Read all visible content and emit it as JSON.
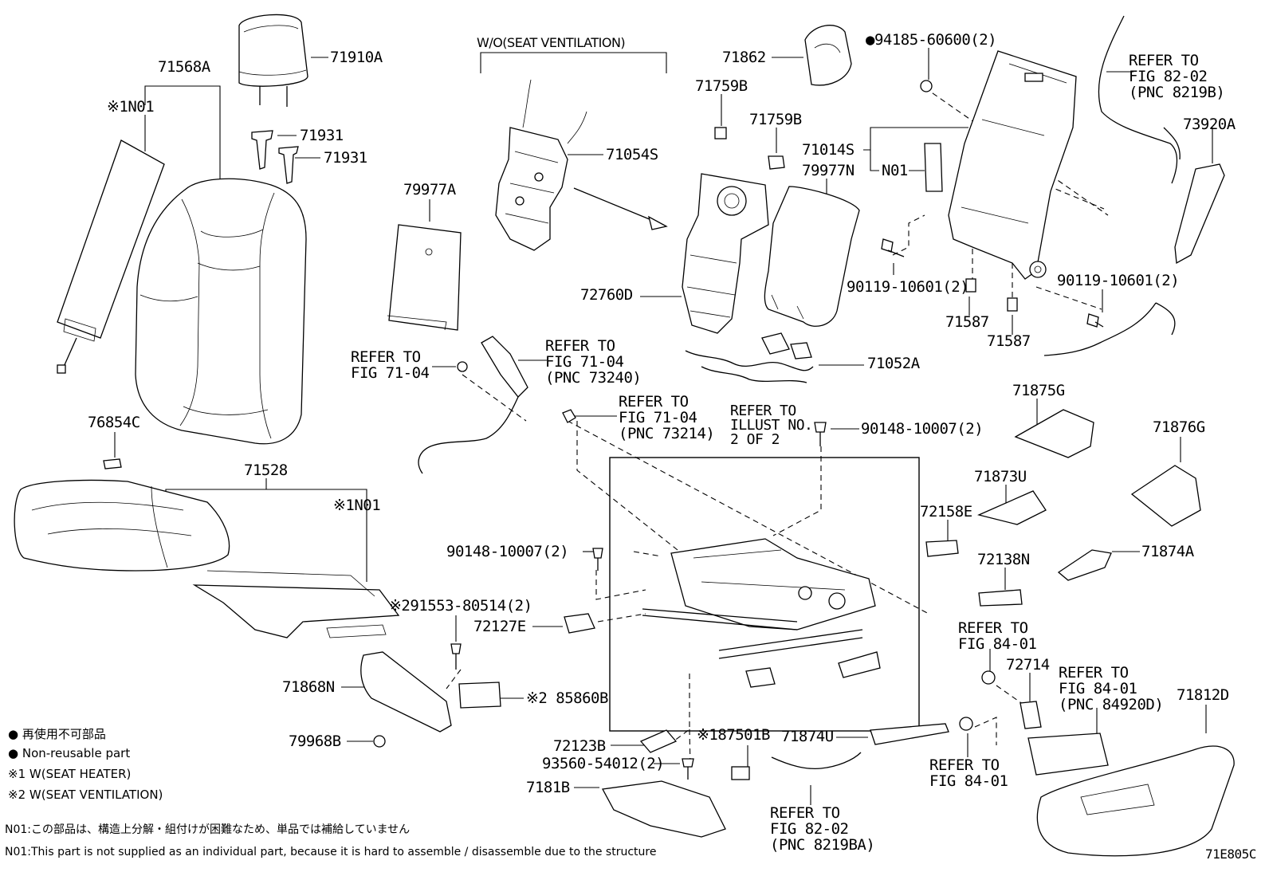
{
  "labels": {
    "p71568A": "71568A",
    "n01_a": "※1N01",
    "p71910A": "71910A",
    "p71931_a": "71931",
    "p71931_b": "71931",
    "wo_vent": "W/O(SEAT VENTILATION)",
    "p71054S": "71054S",
    "p79977A": "79977A",
    "p71862": "71862",
    "p71759B_a": "71759B",
    "p71759B_b": "71759B",
    "p94185": "●94185-60600(2)",
    "refer_82_02_top_1": "REFER TO",
    "refer_82_02_top_2": "FIG 82-02",
    "refer_82_02_top_3": "(PNC 8219B)",
    "p73920A": "73920A",
    "p71014S": "71014S",
    "n01_b": "N01",
    "p79977N": "79977N",
    "p72760D": "72760D",
    "p90119_a": "90119-10601(2)",
    "p90119_b": "90119-10601(2)",
    "p71587_a": "71587",
    "p71587_b": "71587",
    "p71052A": "71052A",
    "refer_71_04_a_1": "REFER TO",
    "refer_71_04_a_2": "FIG 71-04",
    "refer_71_04_b_1": "REFER TO",
    "refer_71_04_b_2": "FIG 71-04",
    "refer_71_04_b_3": "(PNC 73240)",
    "refer_71_04_c_1": "REFER TO",
    "refer_71_04_c_2": "FIG 71-04",
    "refer_71_04_c_3": "(PNC 73214)",
    "refer_illust_1": "REFER TO",
    "refer_illust_2": "ILLUST NO.",
    "refer_illust_3": "2 OF 2",
    "p90148_a": "90148-10007(2)",
    "p90148_b": "90148-10007(2)",
    "p76854C": "76854C",
    "p71528": "71528",
    "n01_c": "※1N01",
    "p291553": "※291553-80514(2)",
    "p72127E": "72127E",
    "p71868N": "71868N",
    "p85860B": "※2 85860B",
    "p79968B": "79968B",
    "p72123B": "72123B",
    "p187501B": "※187501B",
    "p71874U": "71874U",
    "p93560": "93560-54012(2)",
    "p7181B": "7181B",
    "refer_82_02_bot_1": "REFER TO",
    "refer_82_02_bot_2": "FIG 82-02",
    "refer_82_02_bot_3": "(PNC 8219BA)",
    "p71875G": "71875G",
    "p71876G": "71876G",
    "p71873U": "71873U",
    "p72158E": "72158E",
    "p71874A": "71874A",
    "p72138N": "72138N",
    "refer_84_01_a_1": "REFER TO",
    "refer_84_01_a_2": "FIG 84-01",
    "p72714": "72714",
    "refer_84_01_b_1": "REFER TO",
    "refer_84_01_b_2": "FIG 84-01",
    "refer_84_01_b_3": "(PNC 84920D)",
    "p71812D": "71812D",
    "refer_84_01_c_1": "REFER TO",
    "refer_84_01_c_2": "FIG 84-01"
  },
  "legend": {
    "nonreusable_jp": "● 再使用不可部品",
    "nonreusable_en": "● Non-reusable part",
    "note1": "※1 W(SEAT HEATER)",
    "note2": "※2 W(SEAT VENTILATION)",
    "n01_jp": "N01:この部品は、構造上分解・組付けが困難なため、単品では補給していません",
    "n01_en": "N01:This part is not supplied as an individual part, because it is hard to assemble / disassemble due to the structure"
  },
  "figure_id": "71E805C"
}
